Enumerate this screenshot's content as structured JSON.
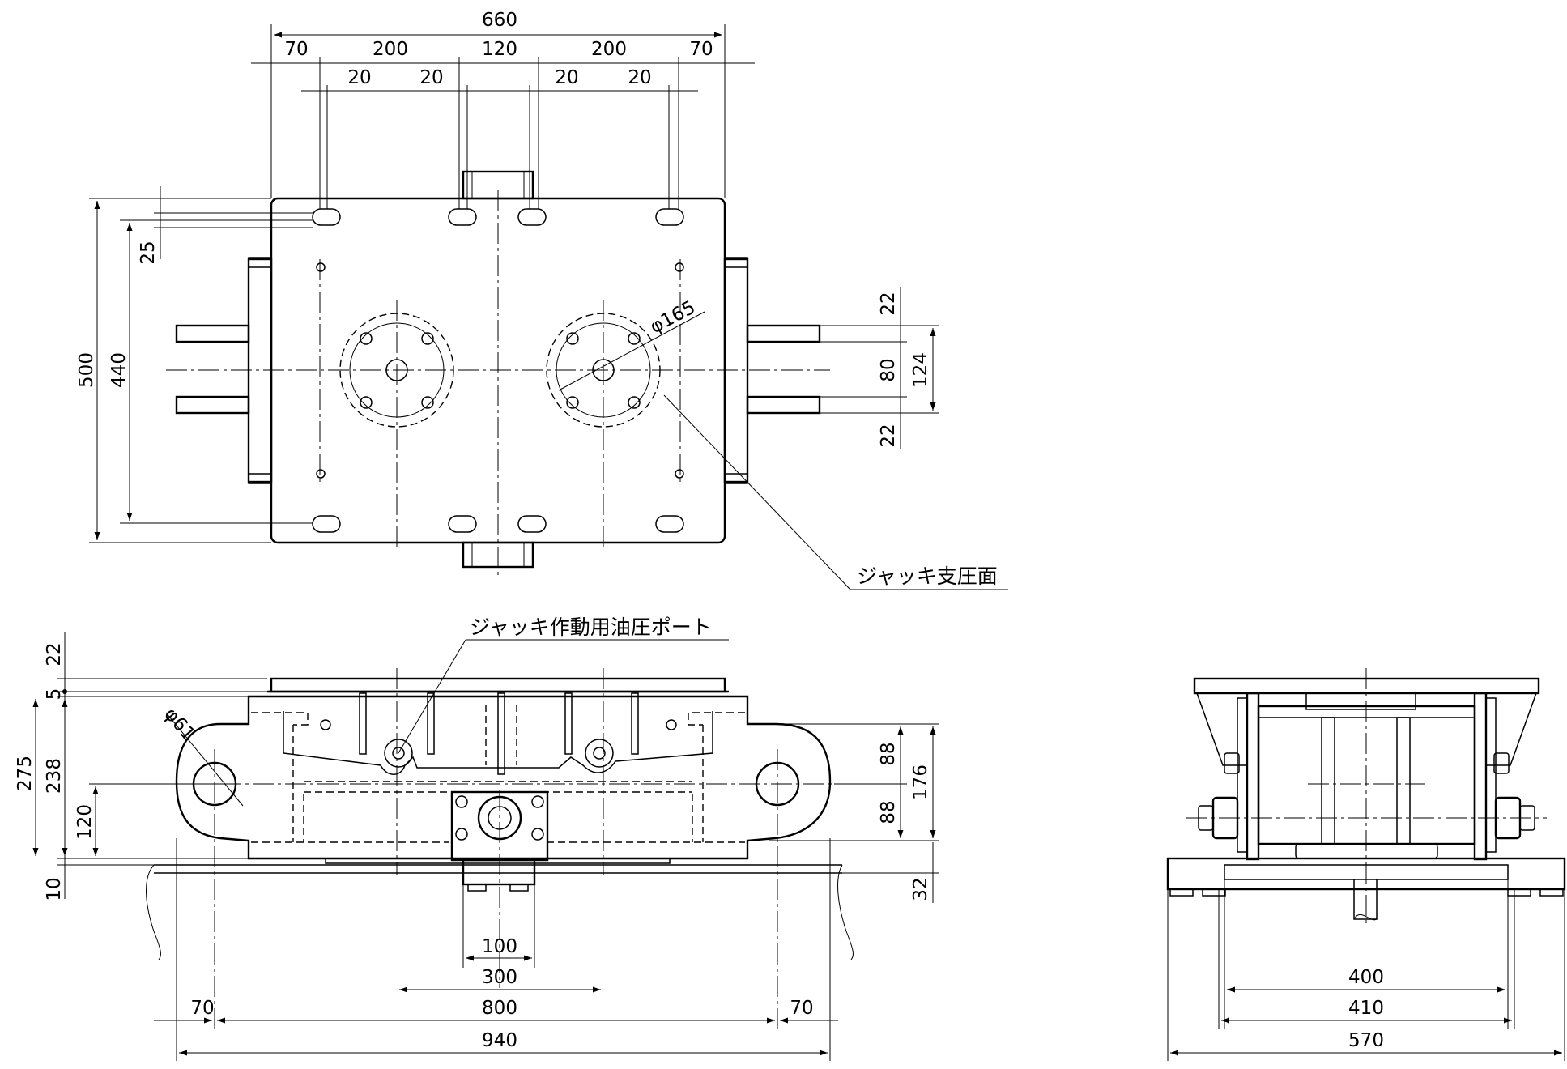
{
  "drawing": {
    "plan_top": [
      "660",
      "70",
      "200",
      "120",
      "200",
      "70",
      "20",
      "20",
      "20",
      "20"
    ],
    "plan_left": [
      "500",
      "440",
      "25"
    ],
    "plan_right": [
      "22",
      "80",
      "124",
      "22"
    ],
    "diameter_165": "φ165",
    "front_left": [
      "22",
      "5",
      "275",
      "238",
      "120",
      "10"
    ],
    "front_right": [
      "88",
      "176",
      "88",
      "32"
    ],
    "diameter_61": "φ61",
    "front_bottom": [
      "100",
      "300",
      "800",
      "70",
      "70",
      "940"
    ],
    "side_bottom": [
      "400",
      "410",
      "570"
    ]
  },
  "labels": {
    "jack_bearing_surface": "ジャッキ支圧面",
    "jack_hydraulic_port": "ジャッキ作動用油圧ポート"
  }
}
